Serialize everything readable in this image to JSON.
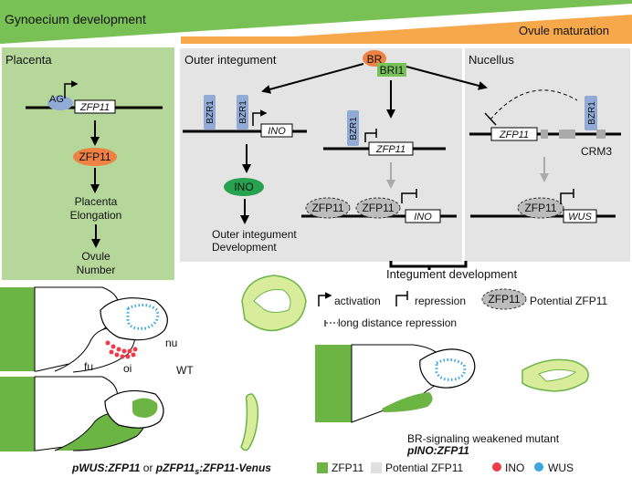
{
  "banners": {
    "gynoecium": "Gynoecium development",
    "ovule": "Ovule maturation"
  },
  "panels": {
    "placenta": {
      "title": "Placenta",
      "ag": "AG",
      "gene": "ZFP11",
      "protein": "ZFP11",
      "outcome1_line1": "Placenta",
      "outcome1_line2": "Elongation",
      "outcome2_line1": "Ovule",
      "outcome2_line2": "Number"
    },
    "outer_integument": {
      "title": "Outer integument",
      "bzr1": "BZR1",
      "ino_gene": "INO",
      "zfp11_gene": "ZFP11",
      "ino_protein": "INO",
      "outcome_line1": "Outer integument",
      "outcome_line2": "Development",
      "zfp11_protein": "ZFP11",
      "ino_gene2": "INO"
    },
    "signal": {
      "br": "BR",
      "bri1": "BRI1"
    },
    "nucellus": {
      "title": "Nucellus",
      "gene": "ZFP11",
      "bzr1": "BZR1",
      "crm": "CRM3",
      "zfp11_protein": "ZFP11",
      "wus_gene": "WUS"
    }
  },
  "integument_label": "Integument development",
  "legend": {
    "activation": "activation",
    "repression": "repression",
    "potential_badge": "ZFP11",
    "potential_label": "Potential ZFP11",
    "long_distance": "long distance repression"
  },
  "ovule_labels": {
    "nu": "nu",
    "fu": "fu",
    "oi": "oi",
    "wt": "WT"
  },
  "mutant_label": {
    "line1": "BR-signaling weakened mutant",
    "line2": "pINO:ZFP11"
  },
  "bottom_legend": {
    "reporter_part1": "pWUS:ZFP11",
    "reporter_or": " or ",
    "reporter_part2": "pZFP11",
    "reporter_sub": "s",
    "reporter_part3": ":ZFP11-Venus",
    "zfp11": "ZFP11",
    "potential": "Potential ZFP11",
    "ino": "INO",
    "wus": "WUS"
  },
  "colors": {
    "banner_green": "#79c055",
    "banner_orange": "#f7a84a",
    "panel_green": "#b5d79a",
    "panel_grey": "#e4e4e4",
    "protein_orange": "#ee8143",
    "ino_green": "#27a24f",
    "bzr1_blue": "#91abd6",
    "bri1_green": "#78c25a",
    "ovule_green": "#6cb545",
    "light_green": "#d8ec9c",
    "ino_red": "#ee3b4a",
    "wus_blue": "#3aa7df"
  }
}
